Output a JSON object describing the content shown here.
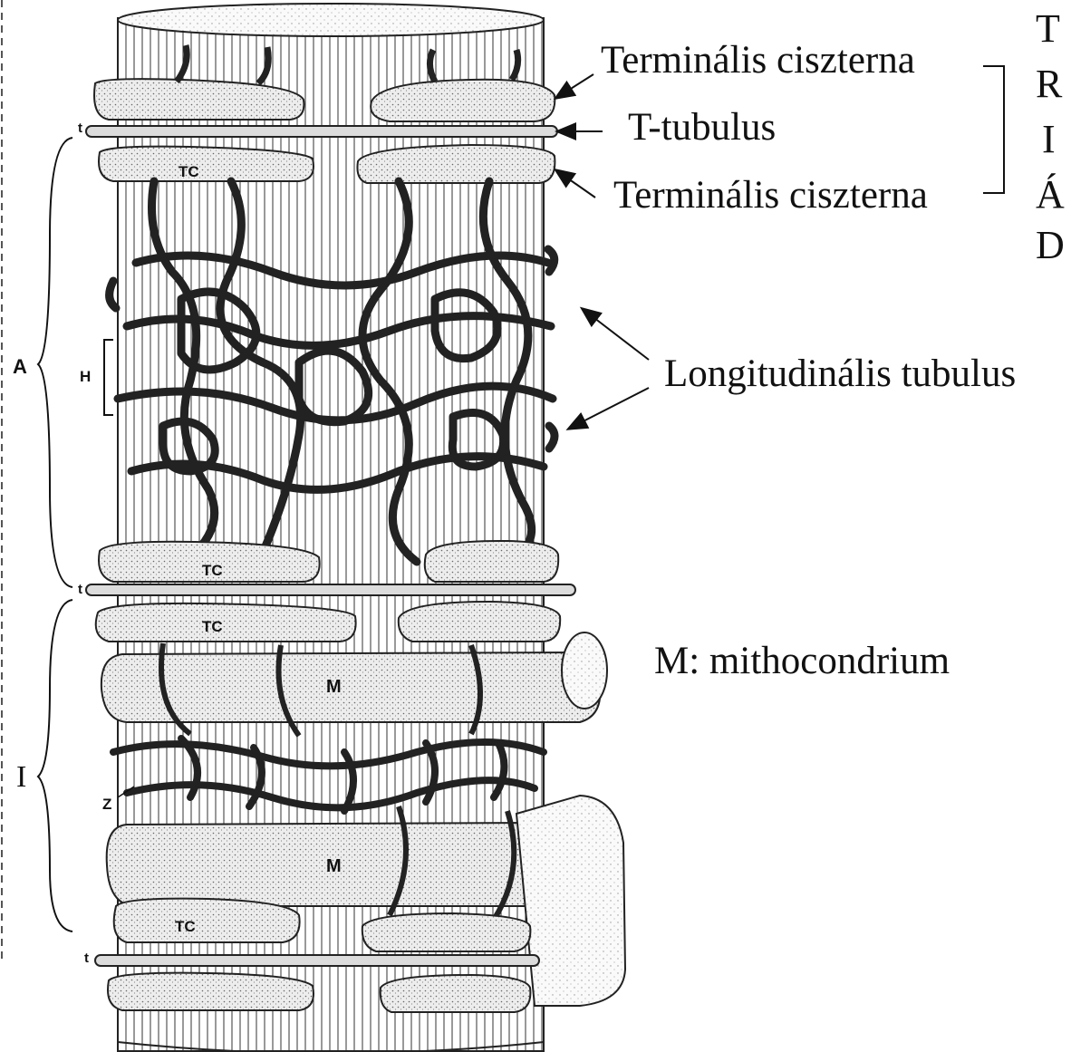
{
  "labels": {
    "terminal_cistern_top": "Terminális ciszterna",
    "t_tubule": "T-tubulus",
    "terminal_cistern_bottom": "Terminális ciszterna",
    "longitudinal_tubule": "Longitudinális tubulus",
    "mitochondrion_legend": "M: mithocondrium"
  },
  "triad_letters": [
    "T",
    "R",
    "I",
    "Á",
    "D"
  ],
  "figure_labels": {
    "band_a": "A",
    "band_h": "H",
    "band_i": "I",
    "z_line": "Z",
    "t_top": "t",
    "t_middle": "t",
    "t_bottom": "t",
    "tc_1": "TC",
    "tc_2": "TC",
    "tc_3": "TC",
    "tc_4": "TC",
    "mito_1": "M",
    "mito_2": "M"
  },
  "colors": {
    "ink": "#111111",
    "background": "#ffffff",
    "shade": "#cfcfcf",
    "light_shade": "#e6e6e6"
  }
}
